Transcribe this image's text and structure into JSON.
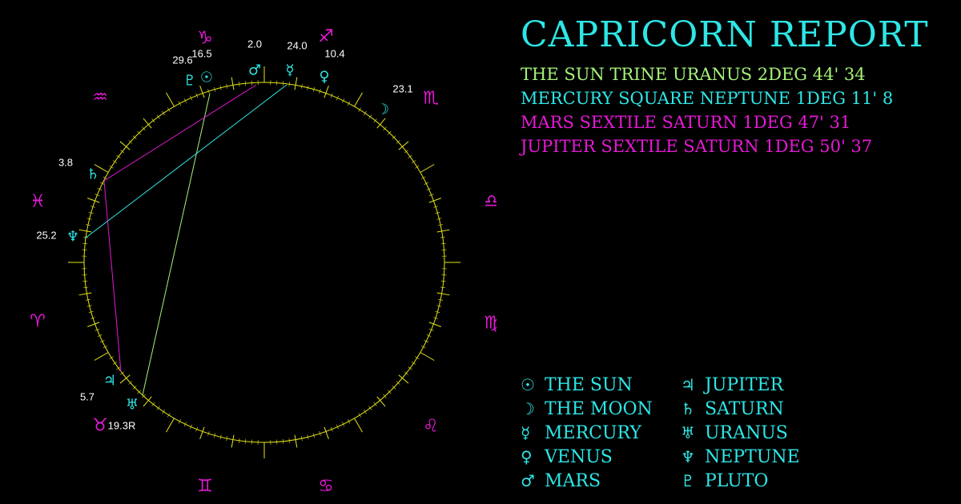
{
  "report": {
    "title": "CAPRICORN REPORT",
    "aspects": [
      {
        "text": "THE SUN TRINE URANUS 2DEG 44' 34",
        "color": "#a6f27a"
      },
      {
        "text": "MERCURY SQUARE NEPTUNE 1DEG 11' 8",
        "color": "#2ee6e6"
      },
      {
        "text": "MARS SEXTILE SATURN 1DEG 47' 31",
        "color": "#e619d6"
      },
      {
        "text": "JUPITER SEXTILE SATURN 1DEG 50' 37",
        "color": "#e619d6"
      }
    ]
  },
  "colors": {
    "background": "#000000",
    "wheel": "#e6e619",
    "planet": "#2ee6e6",
    "sign": "#e619d6",
    "degree_label": "#ffffff"
  },
  "zodiac": [
    {
      "name": "capricorn",
      "glyph": "♑︎"
    },
    {
      "name": "sagittarius",
      "glyph": "♐︎"
    },
    {
      "name": "scorpio",
      "glyph": "♏︎"
    },
    {
      "name": "libra",
      "glyph": "♎︎"
    },
    {
      "name": "virgo",
      "glyph": "♍︎"
    },
    {
      "name": "leo",
      "glyph": "♌︎"
    },
    {
      "name": "cancer",
      "glyph": "♋︎"
    },
    {
      "name": "gemini",
      "glyph": "♊︎"
    },
    {
      "name": "taurus",
      "glyph": "♉︎"
    },
    {
      "name": "aries",
      "glyph": "♈︎"
    },
    {
      "name": "pisces",
      "glyph": "♓︎"
    },
    {
      "name": "aquarius",
      "glyph": "♒︎"
    }
  ],
  "planets": [
    {
      "name": "pluto",
      "glyph": "♇︎",
      "degree": "29.6"
    },
    {
      "name": "sun",
      "glyph": "☉︎",
      "degree": "16.5"
    },
    {
      "name": "mars",
      "glyph": "♂︎",
      "degree": "2.0"
    },
    {
      "name": "mercury",
      "glyph": "☿︎",
      "degree": "24.0"
    },
    {
      "name": "venus",
      "glyph": "♀︎",
      "degree": "10.4"
    },
    {
      "name": "moon",
      "glyph": "☽︎",
      "degree": "23.1"
    },
    {
      "name": "saturn",
      "glyph": "♄︎",
      "degree": "3.8"
    },
    {
      "name": "neptune",
      "glyph": "♆︎",
      "degree": "25.2"
    },
    {
      "name": "jupiter",
      "glyph": "♃︎",
      "degree": "5.7"
    },
    {
      "name": "uranus",
      "glyph": "♅︎",
      "degree": "19.3R"
    }
  ],
  "aspect_lines": [
    {
      "from": "sun",
      "to": "uranus",
      "color": "#a6f27a"
    },
    {
      "from": "mercury",
      "to": "neptune",
      "color": "#2ee6e6"
    },
    {
      "from": "mars",
      "to": "saturn",
      "color": "#e619d6"
    },
    {
      "from": "jupiter",
      "to": "saturn",
      "color": "#e619d6"
    }
  ],
  "legend": [
    {
      "glyph": "☉︎",
      "label": "THE SUN"
    },
    {
      "glyph": "☽︎",
      "label": "THE MOON"
    },
    {
      "glyph": "☿︎",
      "label": "MERCURY"
    },
    {
      "glyph": "♀︎",
      "label": "VENUS"
    },
    {
      "glyph": "♂︎",
      "label": "MARS"
    },
    {
      "glyph": "♃︎",
      "label": "JUPITER"
    },
    {
      "glyph": "♄︎",
      "label": "SATURN"
    },
    {
      "glyph": "♅︎",
      "label": "URANUS"
    },
    {
      "glyph": "♆︎",
      "label": "NEPTUNE"
    },
    {
      "glyph": "♇︎",
      "label": "PLUTO"
    }
  ]
}
